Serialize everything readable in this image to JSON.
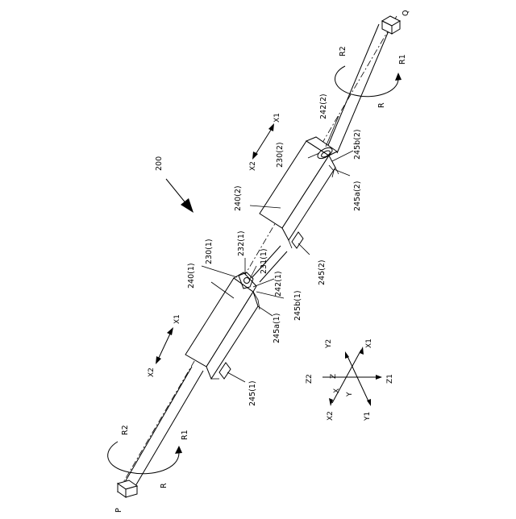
{
  "figure": {
    "number": "200",
    "end_left": "P",
    "end_right": "Q",
    "rotation_right": {
      "r1": "R1",
      "r2": "R2",
      "r": "R"
    },
    "rotation_left": {
      "r1": "R1",
      "r2": "R2",
      "r": "R"
    },
    "unit2": {
      "x1": "X1",
      "x2": "X2",
      "body": "240(2)",
      "holder": "230(2)",
      "shaft_part": "242(2)",
      "groove_a": "245a(2)",
      "groove_b": "245b(2)",
      "rail": "245(2)"
    },
    "unit1": {
      "x1": "X1",
      "x2": "X2",
      "body": "240(1)",
      "holder": "230(1)",
      "pin": "232(1)",
      "pin2": "231(1)",
      "shaft_part": "242(1)",
      "groove_a": "245a(1)",
      "groove_b": "245b(1)",
      "rail": "245(1)"
    },
    "axes": {
      "x1": "X1",
      "x2": "X2",
      "y1": "Y1",
      "y2": "Y2",
      "z1": "Z1",
      "z2": "Z2",
      "x": "X",
      "y": "Y",
      "z": "Z"
    }
  }
}
